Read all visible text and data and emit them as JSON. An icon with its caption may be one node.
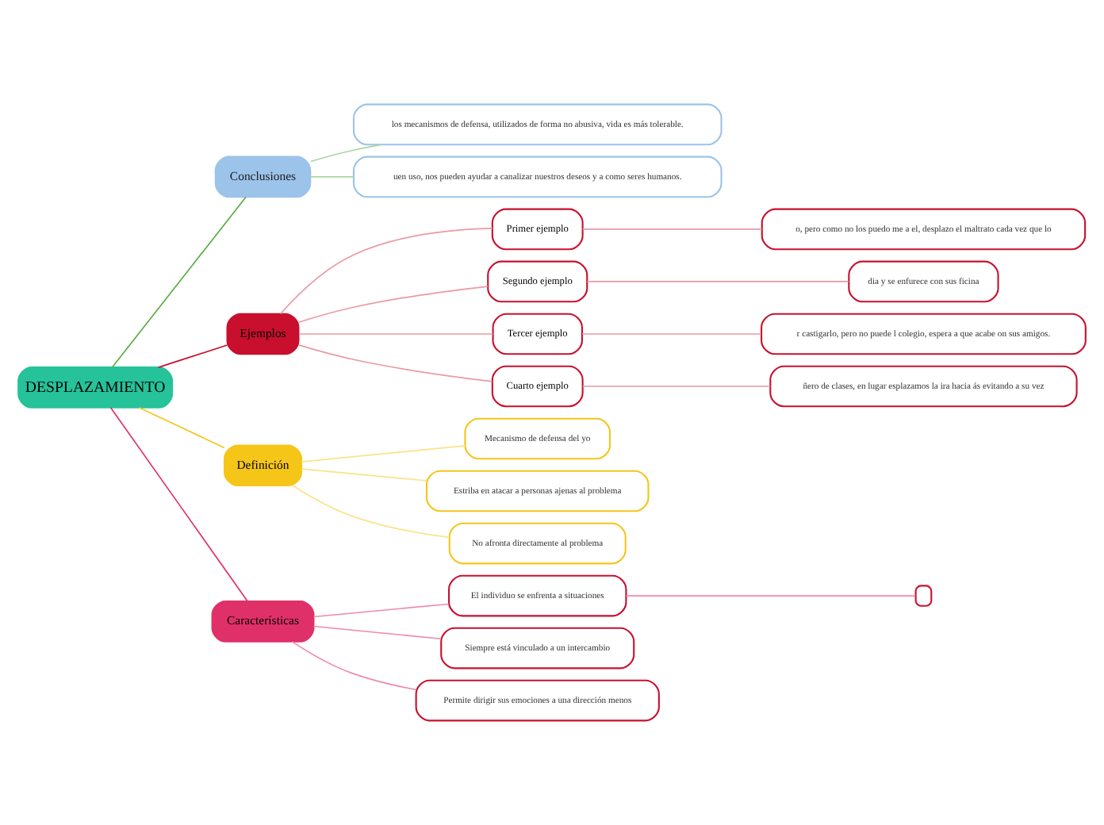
{
  "diagram": {
    "nodes": [
      {
        "text": [
          "DESPLAZAMIENTO"
        ]
      },
      {
        "text": [
          "Conclusiones"
        ]
      },
      {
        "text": [
          "los mecanismos de defensa, utilizados de forma no abusiva, vida es más tolerable."
        ]
      },
      {
        "text": [
          "uen uso, nos pueden ayudar a canalizar nuestros deseos y a como seres humanos."
        ]
      },
      {
        "text": [
          "Ejemplos"
        ]
      },
      {
        "text": [
          "Primer ejemplo"
        ]
      },
      {
        "text": [
          "o, pero como no los puedo me a el, desplazo el maltrato cada vez que lo"
        ]
      },
      {
        "text": [
          "Segundo ejemplo"
        ]
      },
      {
        "text": [
          "dia y se enfurece con sus ficina"
        ]
      },
      {
        "text": [
          "Tercer ejemplo"
        ]
      },
      {
        "text": [
          "r castigarlo, pero no puede l colegio, espera a que acabe on sus amigos."
        ]
      },
      {
        "text": [
          "Cuarto ejemplo"
        ]
      },
      {
        "text": [
          "ñero de clases, en lugar esplazamos la ira hacia ás evitando a su vez"
        ]
      },
      {
        "text": [
          "Definición"
        ]
      },
      {
        "text": [
          "Mecanismo de defensa del yo"
        ]
      },
      {
        "text": [
          "Estriba en atacar a personas ajenas al problema"
        ]
      },
      {
        "text": [
          "No afronta directamente al problema"
        ]
      },
      {
        "text": [
          "Características"
        ]
      },
      {
        "text": [
          "El individuo se enfrenta a situaciones"
        ]
      },
      {
        "text": [],
        "shape": "box"
      },
      {
        "text": [
          "Siempre está vinculado a un intercambio"
        ]
      },
      {
        "text": [
          "Permite dirigir sus emociones a una dirección menos"
        ]
      }
    ],
    "edges": [
      {
        "from": 0,
        "to": 1,
        "arrow": "none",
        "color": "#5aac44"
      },
      {
        "from": 1,
        "to": 2,
        "arrow": "none",
        "color": "#a8d8a0"
      },
      {
        "from": 1,
        "to": 3,
        "arrow": "none",
        "color": "#a8d8a0"
      },
      {
        "from": 0,
        "to": 4,
        "arrow": "none",
        "color": "#c8102e"
      },
      {
        "from": 4,
        "to": 5,
        "arrow": "none",
        "color": "#e89aa6"
      },
      {
        "from": 5,
        "to": 6,
        "arrow": "none",
        "color": "#e89aa6"
      },
      {
        "from": 4,
        "to": 7,
        "arrow": "none",
        "color": "#e89aa6"
      },
      {
        "from": 7,
        "to": 8,
        "arrow": "none",
        "color": "#e89aa6"
      },
      {
        "from": 4,
        "to": 9,
        "arrow": "none",
        "color": "#e89aa6"
      },
      {
        "from": 9,
        "to": 10,
        "arrow": "none",
        "color": "#e89aa6"
      },
      {
        "from": 4,
        "to": 11,
        "arrow": "none",
        "color": "#e89aa6"
      },
      {
        "from": 11,
        "to": 12,
        "arrow": "none",
        "color": "#e89aa6"
      },
      {
        "from": 0,
        "to": 13,
        "arrow": "none",
        "color": "#f5c518"
      },
      {
        "from": 13,
        "to": 14,
        "arrow": "none",
        "color": "#fbe38a"
      },
      {
        "from": 13,
        "to": 15,
        "arrow": "none",
        "color": "#fbe38a"
      },
      {
        "from": 13,
        "to": 16,
        "arrow": "none",
        "color": "#fbe38a"
      },
      {
        "from": 0,
        "to": 17,
        "arrow": "none",
        "color": "#e0306a"
      },
      {
        "from": 17,
        "to": 18,
        "arrow": "none",
        "color": "#f08aa8"
      },
      {
        "from": 18,
        "to": 19,
        "arrow": "none",
        "color": "#f08aa8"
      },
      {
        "from": 17,
        "to": 20,
        "arrow": "none",
        "color": "#f08aa8"
      },
      {
        "from": 17,
        "to": 21,
        "arrow": "none",
        "color": "#f08aa8"
      }
    ]
  }
}
